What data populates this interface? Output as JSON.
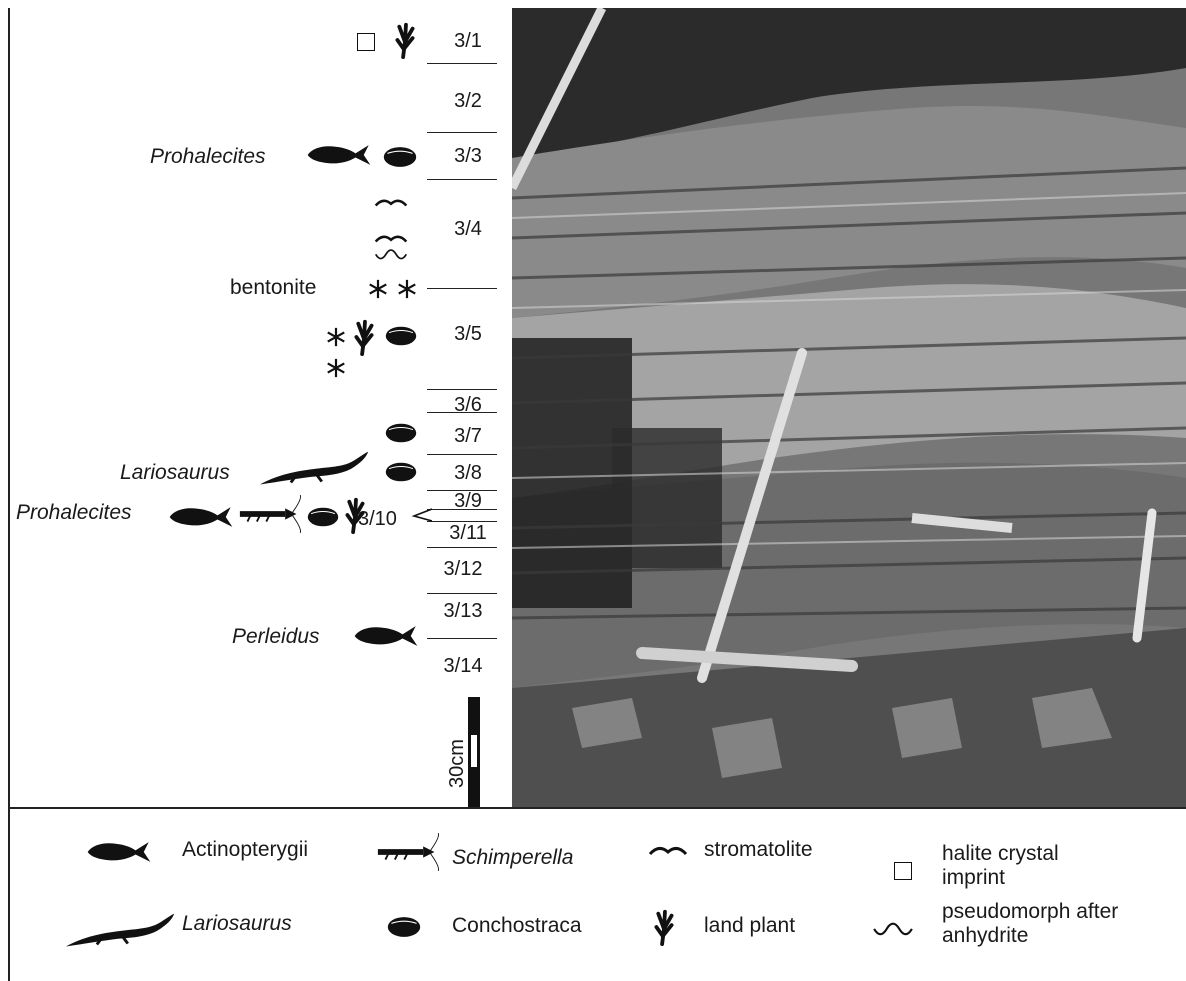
{
  "section": {
    "beds": [
      "3/1",
      "3/2",
      "3/3",
      "3/4",
      "3/5",
      "3/6",
      "3/7",
      "3/8",
      "3/9",
      "3/10",
      "3/11",
      "3/12",
      "3/13",
      "3/14"
    ],
    "labels": {
      "prohalecites_top": "Prohalecites",
      "bentonite": "bentonite",
      "lariosaurus": "Lariosaurus",
      "prohalecites_bottom": "Prohalecites",
      "perleidus": "Perleidus"
    },
    "scale_label": "30cm"
  },
  "legend": {
    "actinopterygii": "Actinopterygii",
    "schimperella": "Schimperella",
    "stromatolite": "stromatolite",
    "halite": "halite crystal imprint",
    "lariosaurus": "Lariosaurus",
    "conchostraca": "Conchostraca",
    "land_plant": "land plant",
    "pseudomorph": "pseudomorph after anhydrite"
  },
  "colors": {
    "ink": "#1a1a1a",
    "photo_dark": "#2e2e2e",
    "photo_light": "#b9b9b9"
  }
}
